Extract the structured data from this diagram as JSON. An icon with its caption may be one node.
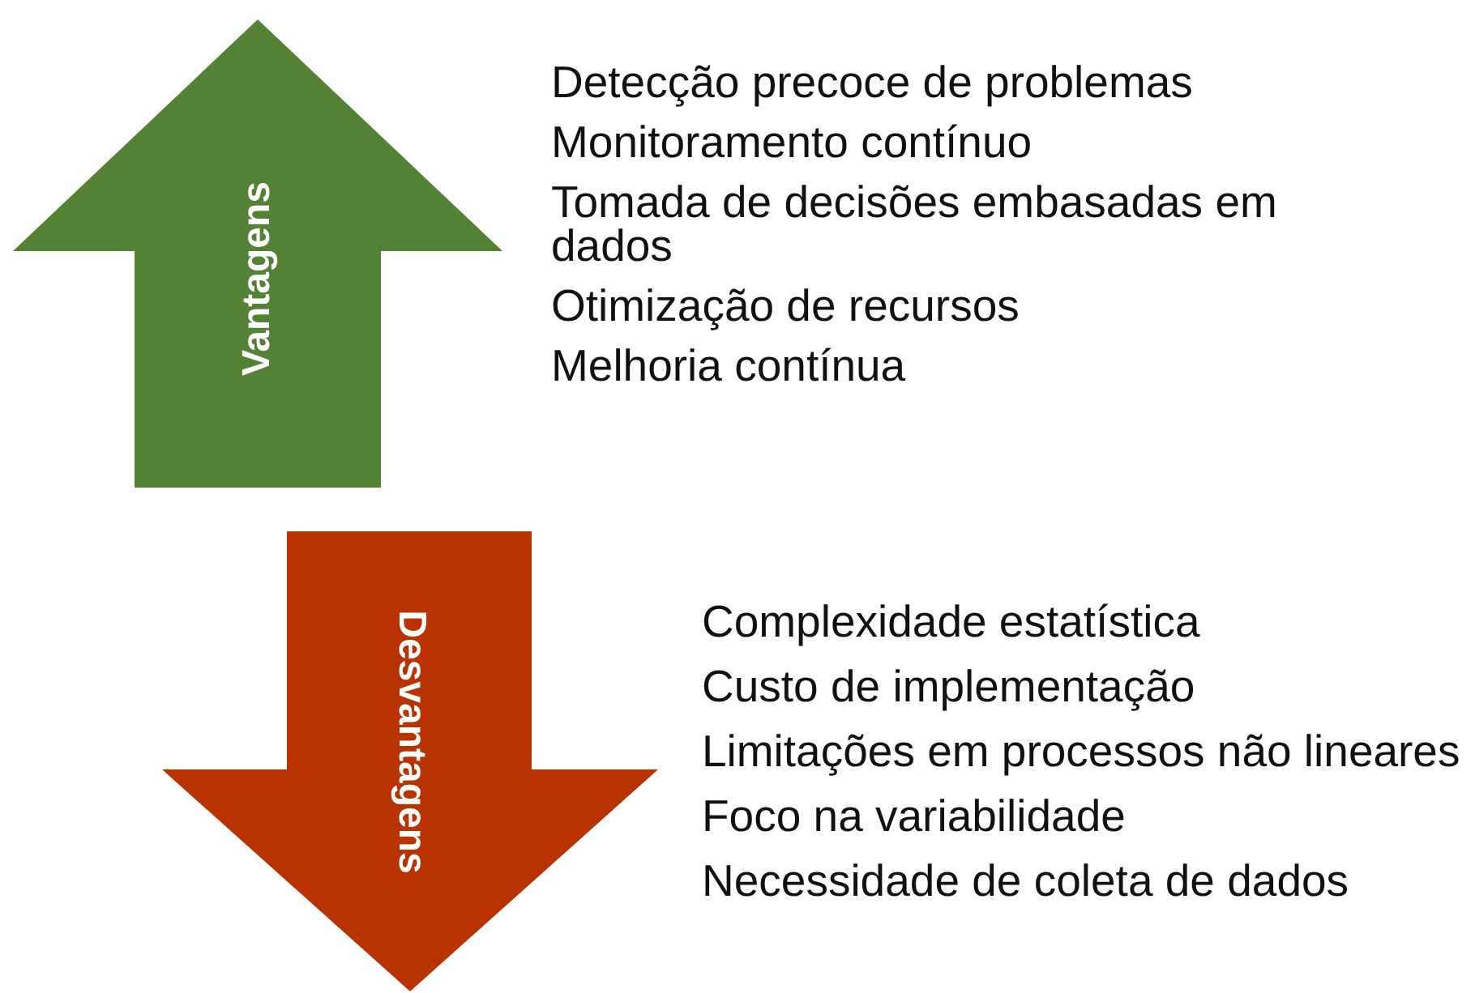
{
  "diagram": {
    "nodes": [
      {
        "text": [
          "Vantagens"
        ],
        "beside": [
          "Detecção precoce de problemas",
          "Monitoramento contínuo",
          "Tomada de decisões embasadas em dados",
          "Otimização de recursos",
          "Melhoria contínua"
        ]
      },
      {
        "text": [
          "Desvantagens"
        ],
        "beside": [
          "Complexidade estatística",
          "Custo de implementação",
          "Limitações em processos não lineares",
          "Foco na variabilidade",
          "Necessidade de coleta de dados"
        ]
      }
    ]
  }
}
